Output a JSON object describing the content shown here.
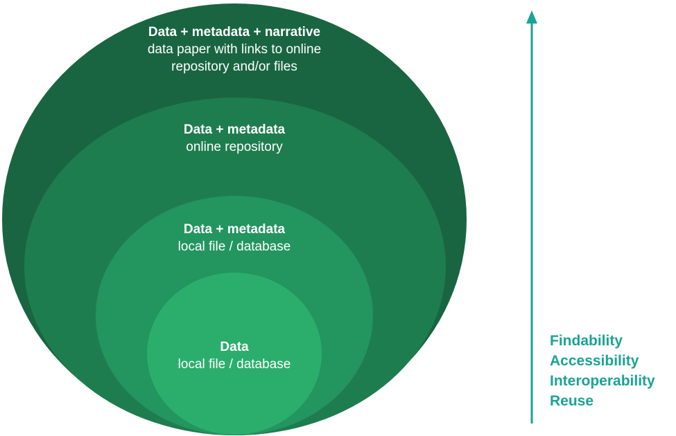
{
  "diagram": {
    "levels": [
      {
        "title": "Data + metadata + narrative",
        "description_line1": "data paper with links to online",
        "description_line2": "repository and/or files",
        "color": "#196541"
      },
      {
        "title": "Data + metadata",
        "description": "online repository",
        "color": "#1e7d4f"
      },
      {
        "title": "Data + metadata",
        "description": "local file / database",
        "color": "#23955f"
      },
      {
        "title": "Data",
        "description": "local file / database",
        "color": "#2bae6c"
      }
    ],
    "arrow_color": "#1aa394",
    "fair_principles": [
      "Findability",
      "Accessibility",
      "Interoperability",
      "Reuse"
    ]
  }
}
